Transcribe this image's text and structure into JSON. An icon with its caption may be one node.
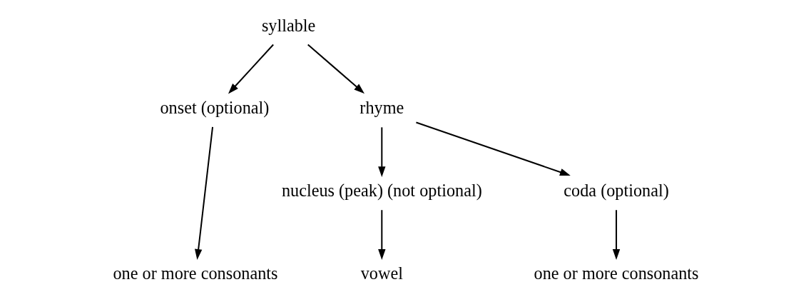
{
  "diagram": {
    "nodes": [
      {
        "text": [
          "syllable"
        ]
      },
      {
        "text": [
          "onset (optional)"
        ]
      },
      {
        "text": [
          "rhyme"
        ]
      },
      {
        "text": [
          "nucleus (peak) (not optional)"
        ]
      },
      {
        "text": [
          "coda (optional)"
        ]
      },
      {
        "text": [
          "one or more consonants"
        ]
      },
      {
        "text": [
          "vowel"
        ]
      },
      {
        "text": [
          "one or more consonants"
        ]
      }
    ],
    "edges": [
      {
        "from": 0,
        "to": 1,
        "arrow": "to"
      },
      {
        "from": 0,
        "to": 2,
        "arrow": "to"
      },
      {
        "from": 1,
        "to": 5,
        "arrow": "to"
      },
      {
        "from": 2,
        "to": 3,
        "arrow": "to"
      },
      {
        "from": 2,
        "to": 4,
        "arrow": "to"
      },
      {
        "from": 3,
        "to": 6,
        "arrow": "to"
      },
      {
        "from": 4,
        "to": 7,
        "arrow": "to"
      }
    ]
  }
}
